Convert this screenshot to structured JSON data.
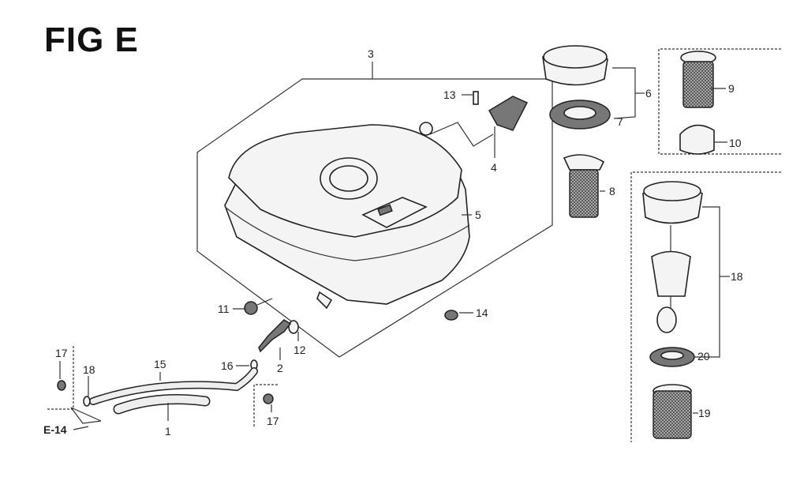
{
  "figure": {
    "title": "FIG E",
    "reference": "E-14"
  },
  "callouts": {
    "c1": "1",
    "c2": "2",
    "c3": "3",
    "c4": "4",
    "c5": "5",
    "c6": "6",
    "c7": "7",
    "c8": "8",
    "c9": "9",
    "c10": "10",
    "c11": "11",
    "c12": "12",
    "c13": "13",
    "c14": "14",
    "c15": "15",
    "c16": "16",
    "c17a": "17",
    "c17b": "17",
    "c18a": "18",
    "c18b": "18",
    "c19": "19",
    "c20": "20"
  }
}
